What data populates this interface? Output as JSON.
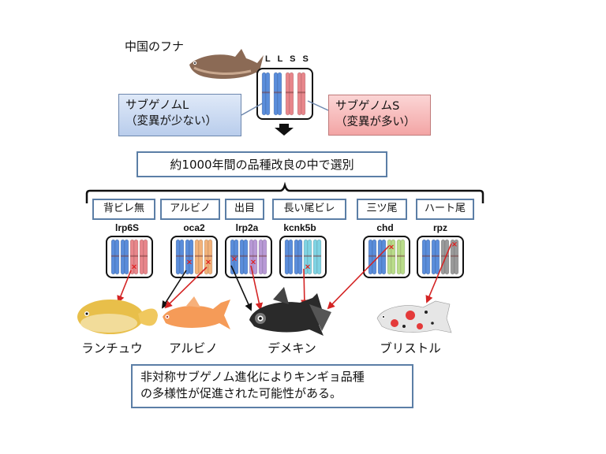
{
  "origin": {
    "label": "中国のフナ",
    "genome_header": "L L S S",
    "chromosomes": [
      "L",
      "L",
      "S",
      "S"
    ]
  },
  "subgenome_l": {
    "line1": "サブゲノムL",
    "line2": "（変異が少ない）",
    "color": "#5a8ddb"
  },
  "subgenome_s": {
    "line1": "サブゲノムS",
    "line2": "（変異が多い）",
    "color": "#e8868b"
  },
  "selection": {
    "label": "約1000年間の品種改良の中で選別"
  },
  "traits": [
    {
      "trait": "背ビレ無",
      "gene": "lrp6S",
      "s_color": "#e8868b"
    },
    {
      "trait": "アルビノ",
      "gene": "oca2",
      "s_color": "#f2b27a"
    },
    {
      "trait": "出目",
      "gene": "lrp2a",
      "s_color": "#b89ad6"
    },
    {
      "trait": "長い尾ビレ",
      "gene": "kcnk5b",
      "s_color": "#7fd3e3"
    },
    {
      "trait": "三ツ尾",
      "gene": "chd",
      "s_color": "#b9dc8a"
    },
    {
      "trait": "ハート尾",
      "gene": "rpz",
      "s_color": "#9a9a9a"
    }
  ],
  "breeds": [
    {
      "name": "ランチュウ"
    },
    {
      "name": "アルビノ"
    },
    {
      "name": "デメキン"
    },
    {
      "name": "ブリストル"
    }
  ],
  "conclusion": {
    "line1": "非対称サブゲノム進化によりキンギョ品種",
    "line2": "の多様性が促進された可能性がある。"
  },
  "colors": {
    "box_border": "#5b7ea6",
    "mutation_mark": "#e02020",
    "arrow_red": "#d42424",
    "arrow_black": "#111111"
  }
}
